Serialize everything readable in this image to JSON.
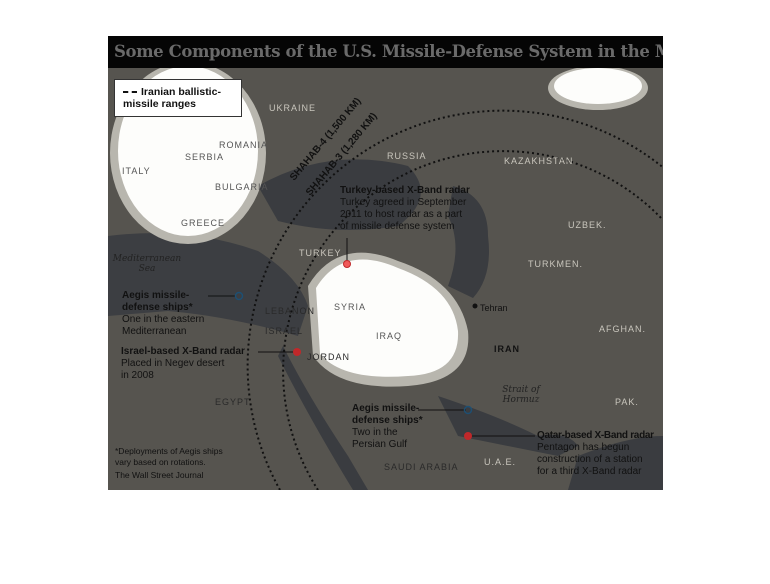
{
  "title": "Some Components of the U.S. Missile-Defense System in the Middle East",
  "legend": {
    "label_line1": "Iranian ballistic-",
    "label_line2": "missile ranges"
  },
  "ranges": [
    {
      "label": "SHAHAB-4 (1,500 KM)"
    },
    {
      "label": "SHAHAB-3 (1,280 KM)"
    }
  ],
  "countries": {
    "ukraine": "UKRAINE",
    "russia": "RUSSIA",
    "kazakhstan": "KAZAKHSTAN",
    "romania": "ROMANIA",
    "serbia": "SERBIA",
    "italy": "ITALY",
    "bulgaria": "BULGARIA",
    "greece": "GREECE",
    "turkey": "TURKEY",
    "syria": "SYRIA",
    "iraq": "IRAQ",
    "lebanon": "LEBANON",
    "israel": "ISRAEL",
    "jordan": "JORDAN",
    "egypt": "EGYPT",
    "iran": "IRAN",
    "uzbek": "UZBEK.",
    "turkmen": "TURKMEN.",
    "afghan": "AFGHAN.",
    "pak": "PAK.",
    "saudi": "SAUDI ARABIA",
    "uae": "U.A.E."
  },
  "seas": {
    "med_line1": "Mediterranean",
    "med_line2": "Sea",
    "hormuz_line1": "Strait of",
    "hormuz_line2": "Hormuz"
  },
  "city": {
    "tehran": "Tehran"
  },
  "annotations": {
    "turkey": {
      "title": "Turkey-based X-Band radar",
      "lines": [
        "Turkey agreed in September",
        "2011 to host radar as a part",
        "of missile defense system"
      ]
    },
    "aegis_med": {
      "title1": "Aegis missile-",
      "title2": "defense ships*",
      "lines": [
        "One in the eastern",
        "Mediterranean"
      ]
    },
    "israel": {
      "title": "Israel-based X-Band radar",
      "lines": [
        "Placed in Negev desert",
        "in 2008"
      ]
    },
    "aegis_gulf": {
      "title1": "Aegis missile-",
      "title2": "defense ships*",
      "lines": [
        "Two in the",
        "Persian Gulf"
      ]
    },
    "qatar": {
      "title": "Qatar-based X-Band radar",
      "lines": [
        "Pentagon has begun",
        "construction of a station",
        "for a third X-Band radar"
      ]
    }
  },
  "footnote": {
    "line1": "*Deployments of Aegis ships",
    "line2": "vary based on rotations.",
    "source": "The Wall Street Journal"
  },
  "colors": {
    "radar": "#c0282a",
    "turkey_radar": "#f05a5a",
    "ship": "#1d4f73"
  }
}
